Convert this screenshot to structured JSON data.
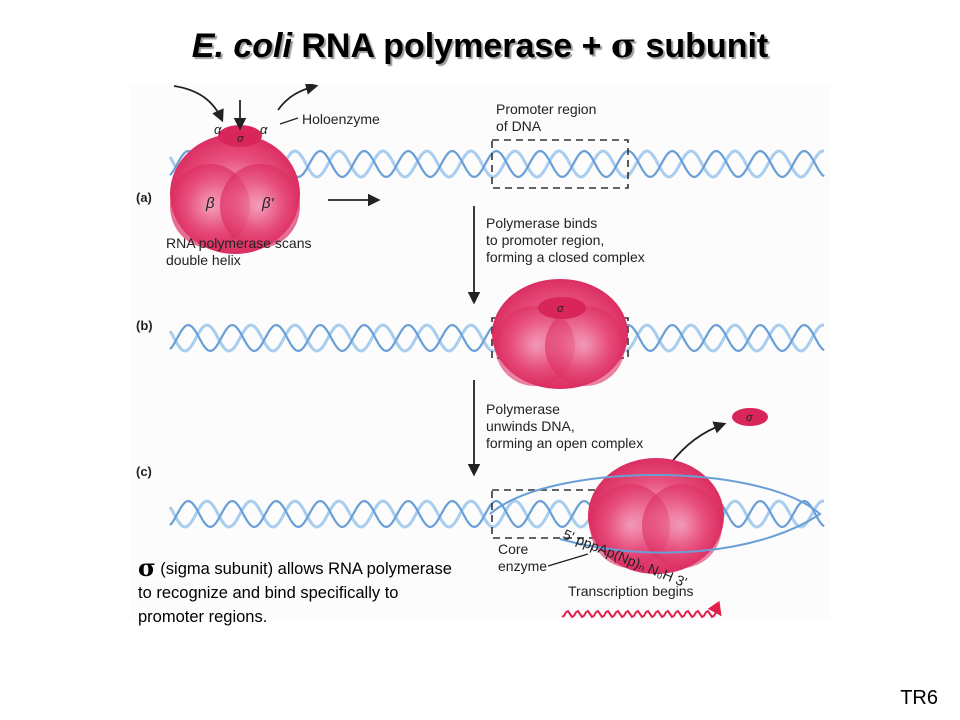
{
  "title": {
    "part1": "E. coli",
    "part2": " RNA polymerase + ",
    "sigma": "σ",
    "part3": " subunit"
  },
  "top_sigma": "σ",
  "labels": {
    "holoenzyme": "Holoenzyme",
    "promoter_line1": "Promoter region",
    "promoter_line2": "of DNA",
    "scan_line1": "RNA polymerase scans",
    "scan_line2": "double helix",
    "binds_line1": "Polymerase binds",
    "binds_line2": "to promoter region,",
    "binds_line3": "forming a closed complex",
    "unwinds_line1": "Polymerase",
    "unwinds_line2": "unwinds DNA,",
    "unwinds_line3": "forming an open complex",
    "core_line1": "Core",
    "core_line2": "enzyme",
    "transcription": "Transcription begins",
    "rna_seq": "5' pppAp(Np)ₙ N₀H 3'"
  },
  "panels": [
    "(a)",
    "(b)",
    "(c)"
  ],
  "subunits": {
    "alpha": "α",
    "sigma": "σ",
    "beta": "β",
    "beta_prime": "β'"
  },
  "caption": {
    "sigma": "σ",
    "text": " (sigma subunit) allows RNA polymerase to recognize and bind specifically to promoter regions."
  },
  "slide_id": "TR6",
  "colors": {
    "dna_dark": "#6a9fd6",
    "dna_light": "#a9cdee",
    "enzyme": "#d8255a",
    "enzyme_light": "#f6b4cc",
    "rna_arrow": "#e0204a"
  }
}
